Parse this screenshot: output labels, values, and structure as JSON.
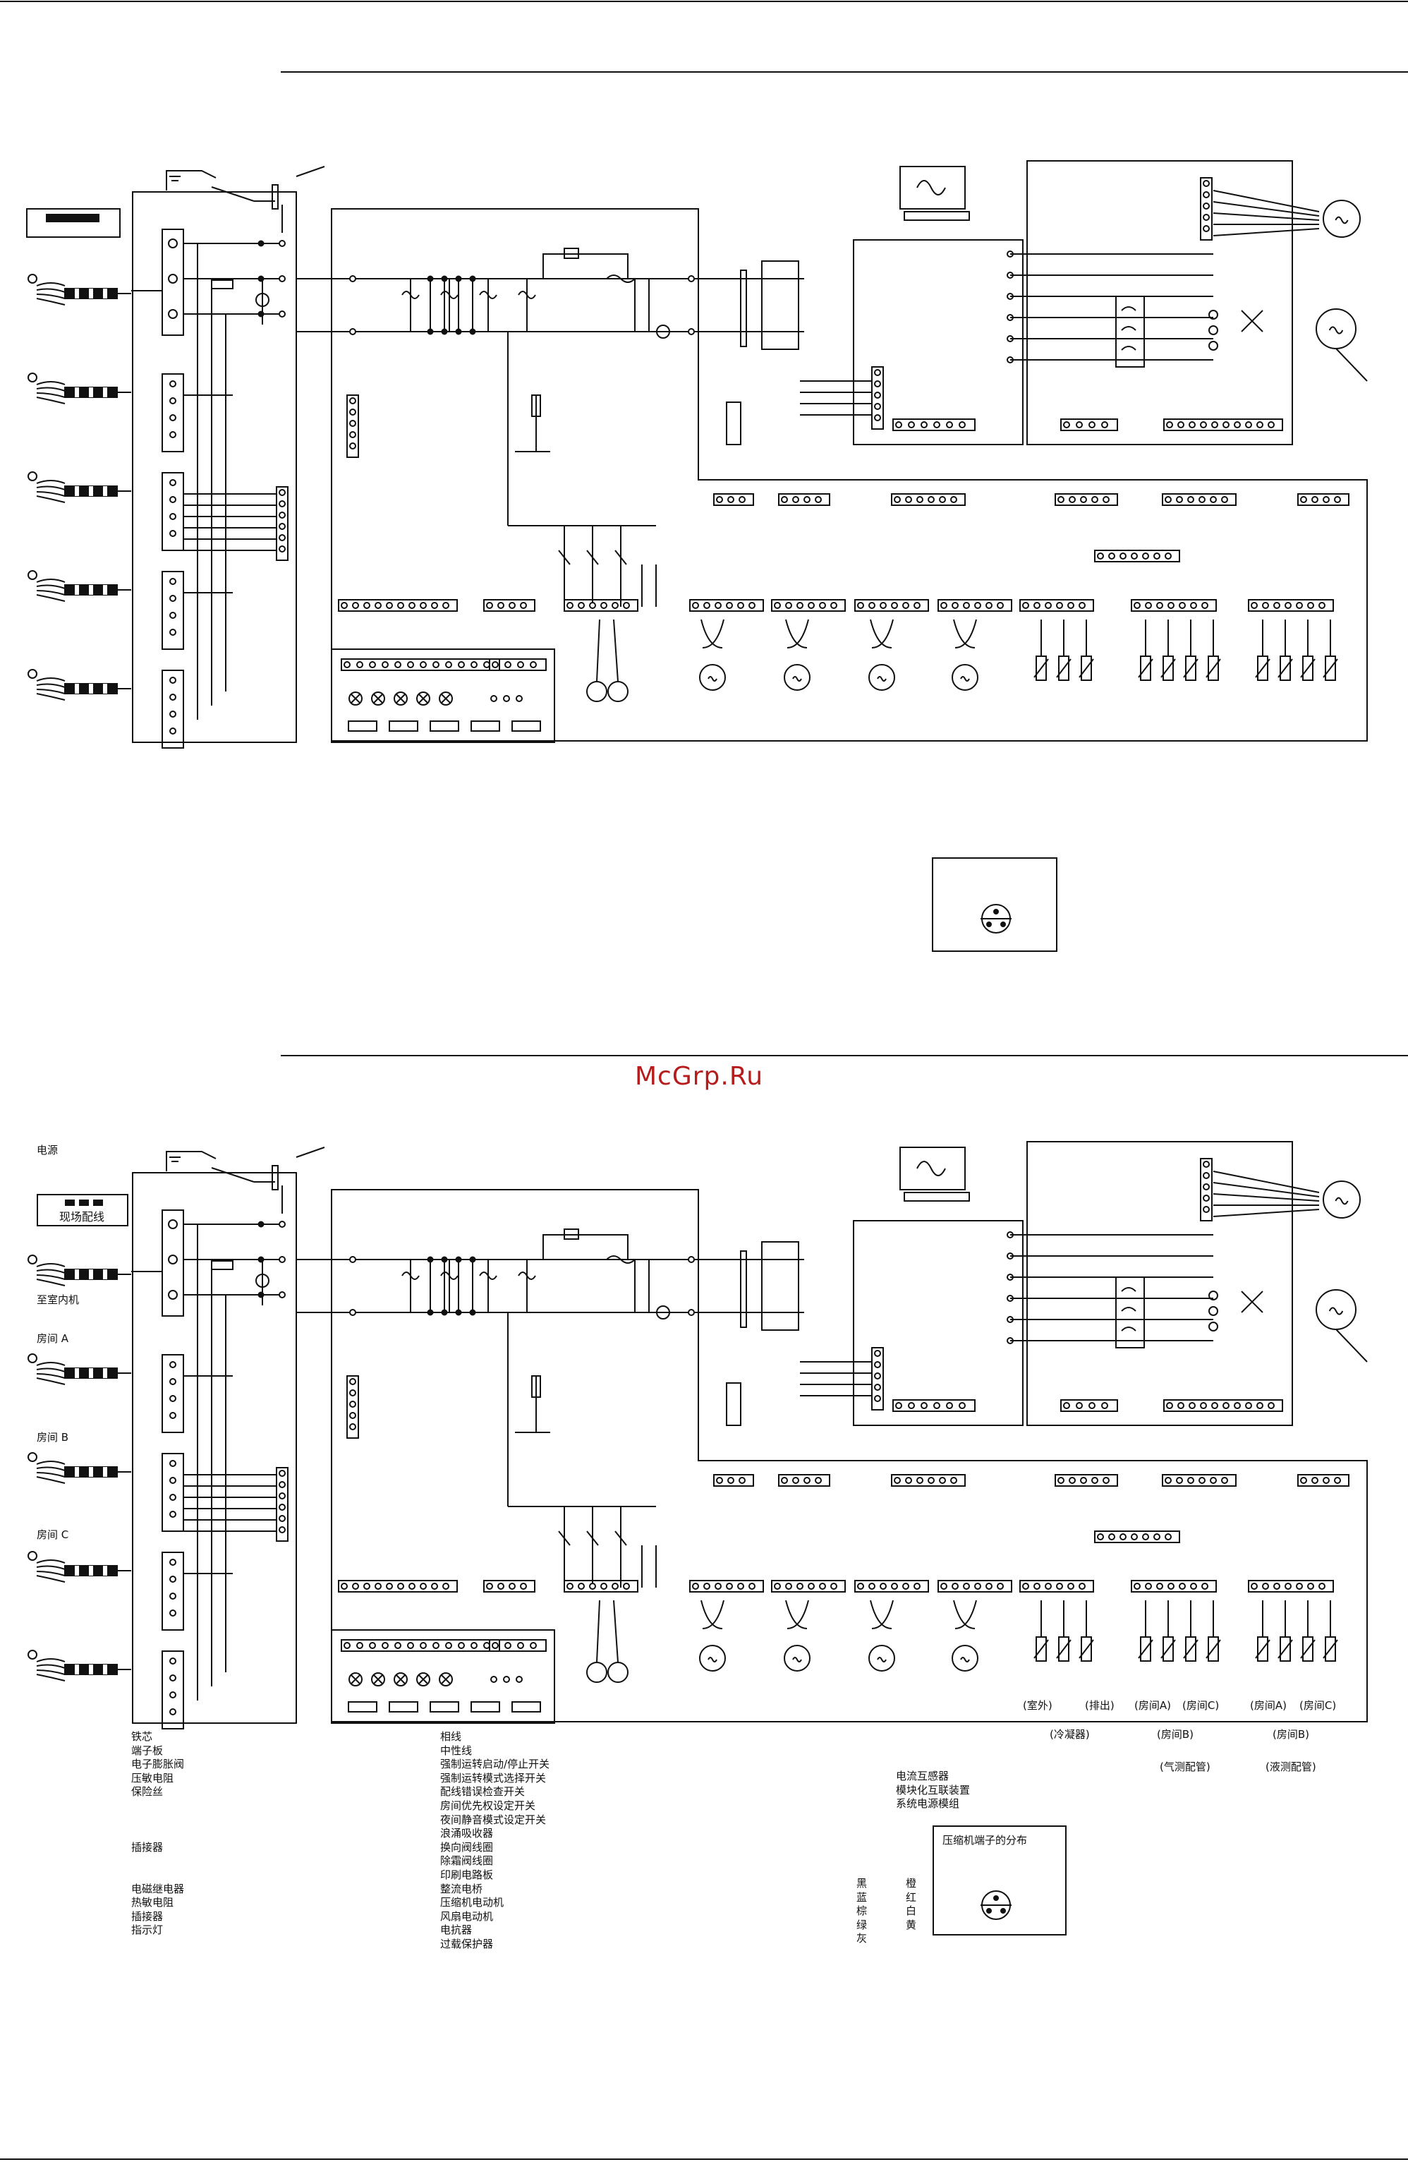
{
  "watermark": "McGrp.Ru",
  "lower_diagram": {
    "power_label": "电源",
    "field_wiring_label": "现场配线",
    "to_indoor_label": "至室内机",
    "room_a": "房间 A",
    "room_b": "房间 B",
    "room_c": "房间 C",
    "sensor_labels": {
      "outdoor": "(室外)",
      "discharge": "(排出)",
      "room_a_gas": "(房间A)",
      "room_c_gas": "(房间C)",
      "condenser": "(冷凝器)",
      "room_b_gas": "(房间B)",
      "gas_pipe": "(气测配管)",
      "room_a_liq": "(房间A)",
      "room_c_liq": "(房间C)",
      "room_b_liq": "(房间B)",
      "liquid_pipe": "(液测配管)"
    },
    "compressor_terminal_title": "压缩机端子的分布"
  },
  "legend": {
    "col1": [
      "铁芯",
      "端子板",
      "电子膨胀阀",
      "压敏电阻",
      "保险丝",
      "",
      "",
      "",
      "插接器",
      "",
      "",
      "电磁继电器",
      "热敏电阻",
      "插接器",
      "指示灯"
    ],
    "col2": [
      "相线",
      "中性线",
      "强制运转启动/停止开关",
      "强制运转模式选择开关",
      "配线错误检查开关",
      "房间优先权设定开关",
      "夜间静音模式设定开关",
      "浪涌吸收器",
      "换向阀线圈",
      "除霜阀线圈",
      "印刷电路板",
      "整流电桥",
      "压缩机电动机",
      "风扇电动机",
      "电抗器",
      "过载保护器"
    ],
    "col3": [
      "电流互感器",
      "模块化互联装置",
      "系统电源模组"
    ],
    "col4a": [
      "黑",
      "蓝",
      "棕",
      "绿",
      "灰"
    ],
    "col4b": [
      "橙",
      "红",
      "白",
      "黄"
    ]
  }
}
